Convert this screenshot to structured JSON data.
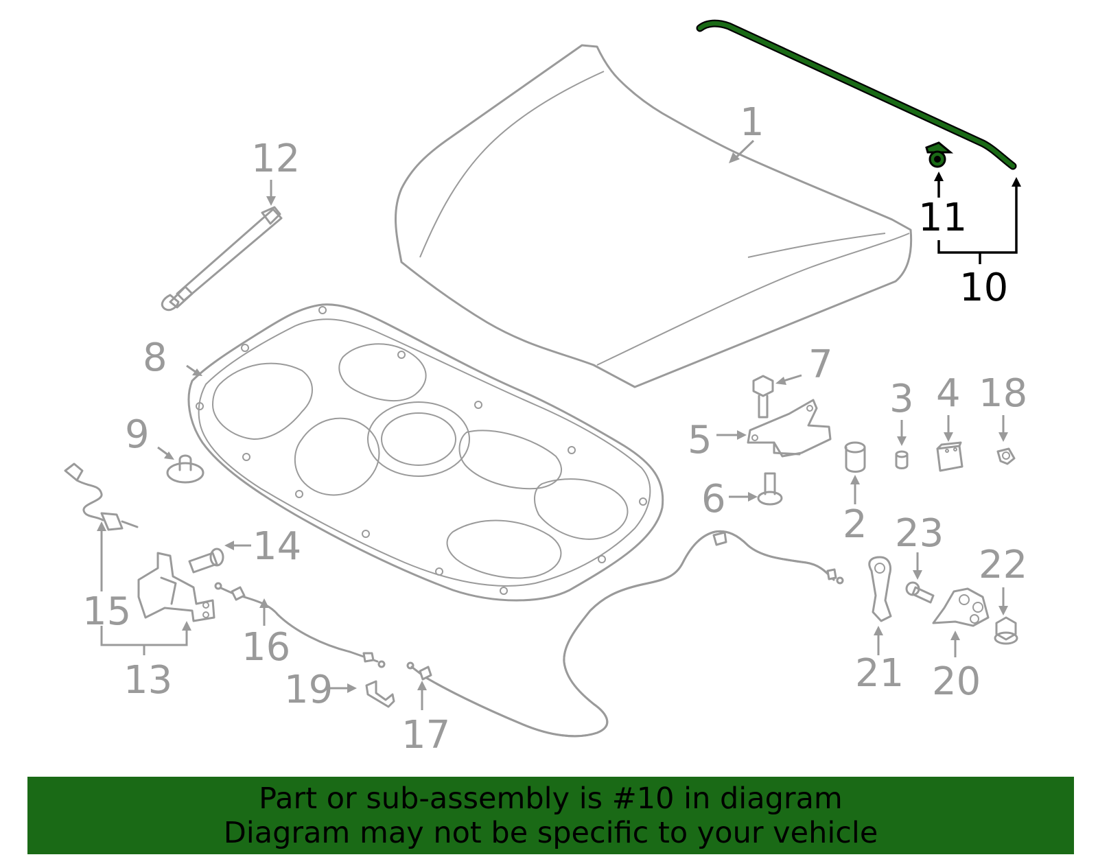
{
  "callouts": {
    "c1": "1",
    "c2": "2",
    "c3": "3",
    "c4": "4",
    "c5": "5",
    "c6": "6",
    "c7": "7",
    "c8": "8",
    "c9": "9",
    "c10": "10",
    "c11": "11",
    "c12": "12",
    "c13": "13",
    "c14": "14",
    "c15": "15",
    "c16": "16",
    "c17": "17",
    "c18": "18",
    "c19": "19",
    "c20": "20",
    "c21": "21",
    "c22": "22",
    "c23": "23"
  },
  "highlight": {
    "callout": "10",
    "color": "#1a6a16"
  },
  "banner": {
    "line1": "Part or sub-assembly is #10 in diagram",
    "line2": "Diagram may not be specific to your vehicle",
    "background": "#1a6a16"
  }
}
